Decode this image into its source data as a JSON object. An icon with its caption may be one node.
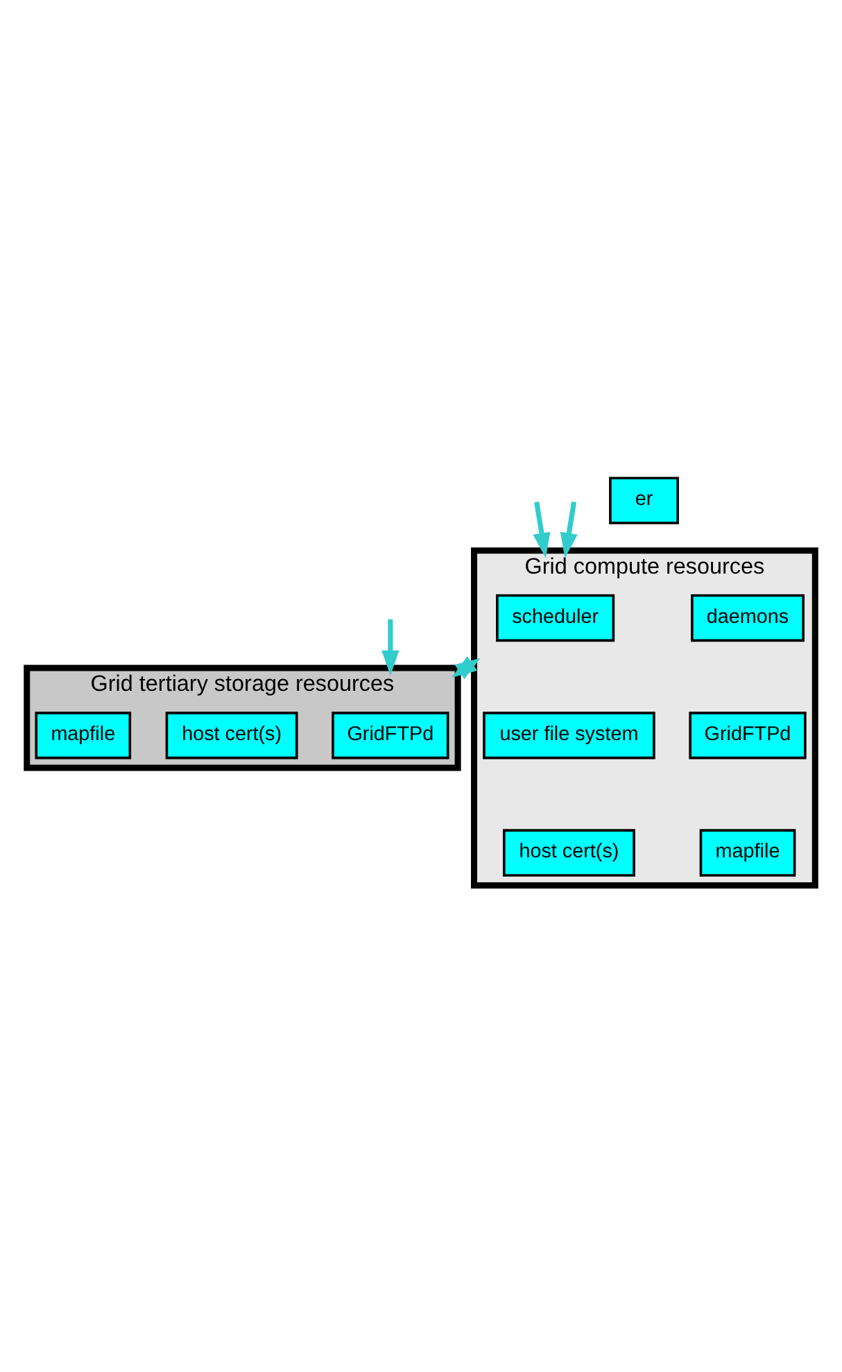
{
  "diagram": {
    "nodes": [
      {
        "text": [
          "Grid compute resources"
        ]
      },
      {
        "text": [
          "scheduler"
        ],
        "in": 0
      },
      {
        "text": [
          "daemons"
        ],
        "in": 0
      },
      {
        "text": [
          "user file system"
        ],
        "in": 0
      },
      {
        "text": [
          "GridFTPd"
        ],
        "in": 0
      },
      {
        "text": [
          "host cert(s)"
        ],
        "in": 0
      },
      {
        "text": [
          "mapfile"
        ],
        "in": 0
      },
      {
        "text": [
          "Grid tertiary storage resources"
        ]
      },
      {
        "text": [
          "GridFTPd"
        ],
        "in": 7
      },
      {
        "text": [
          "host cert(s)"
        ],
        "in": 7
      },
      {
        "text": [
          "mapfile"
        ],
        "in": 7
      },
      {
        "text": [
          "er"
        ]
      }
    ],
    "edges": [
      {
        "from": 0,
        "to": 7,
        "arrow": "both"
      },
      {
        "from": null,
        "to": 0,
        "arrow": "to"
      },
      {
        "from": null,
        "to": 0,
        "arrow": "to"
      },
      {
        "from": null,
        "to": 7,
        "arrow": "to"
      }
    ]
  }
}
